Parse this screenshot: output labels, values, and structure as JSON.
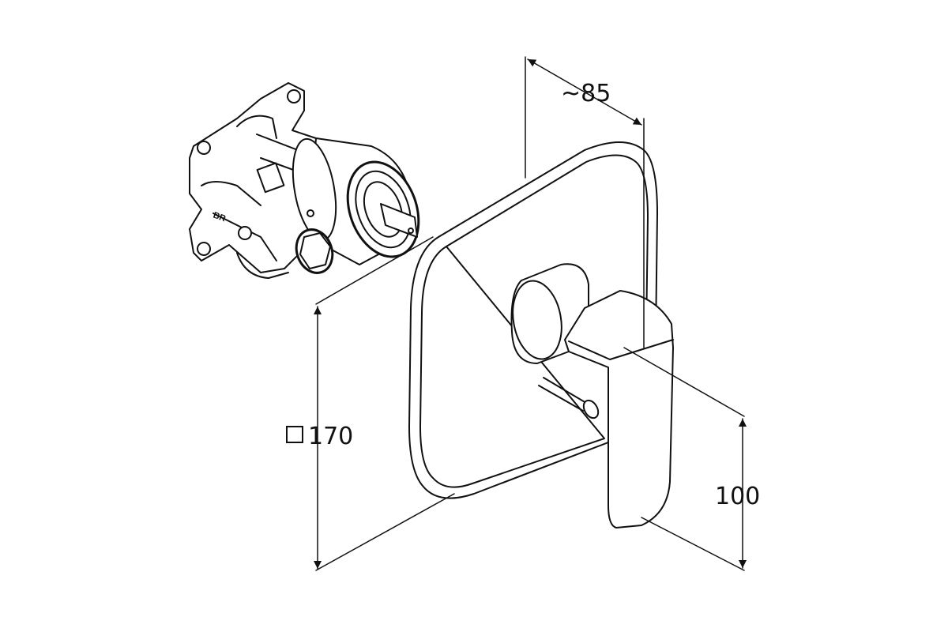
{
  "dimensions": {
    "depth": "~85",
    "plate_size": "170",
    "plate_size_symbol": "square",
    "lever_height": "100"
  },
  "valve_body_marking": "BR"
}
